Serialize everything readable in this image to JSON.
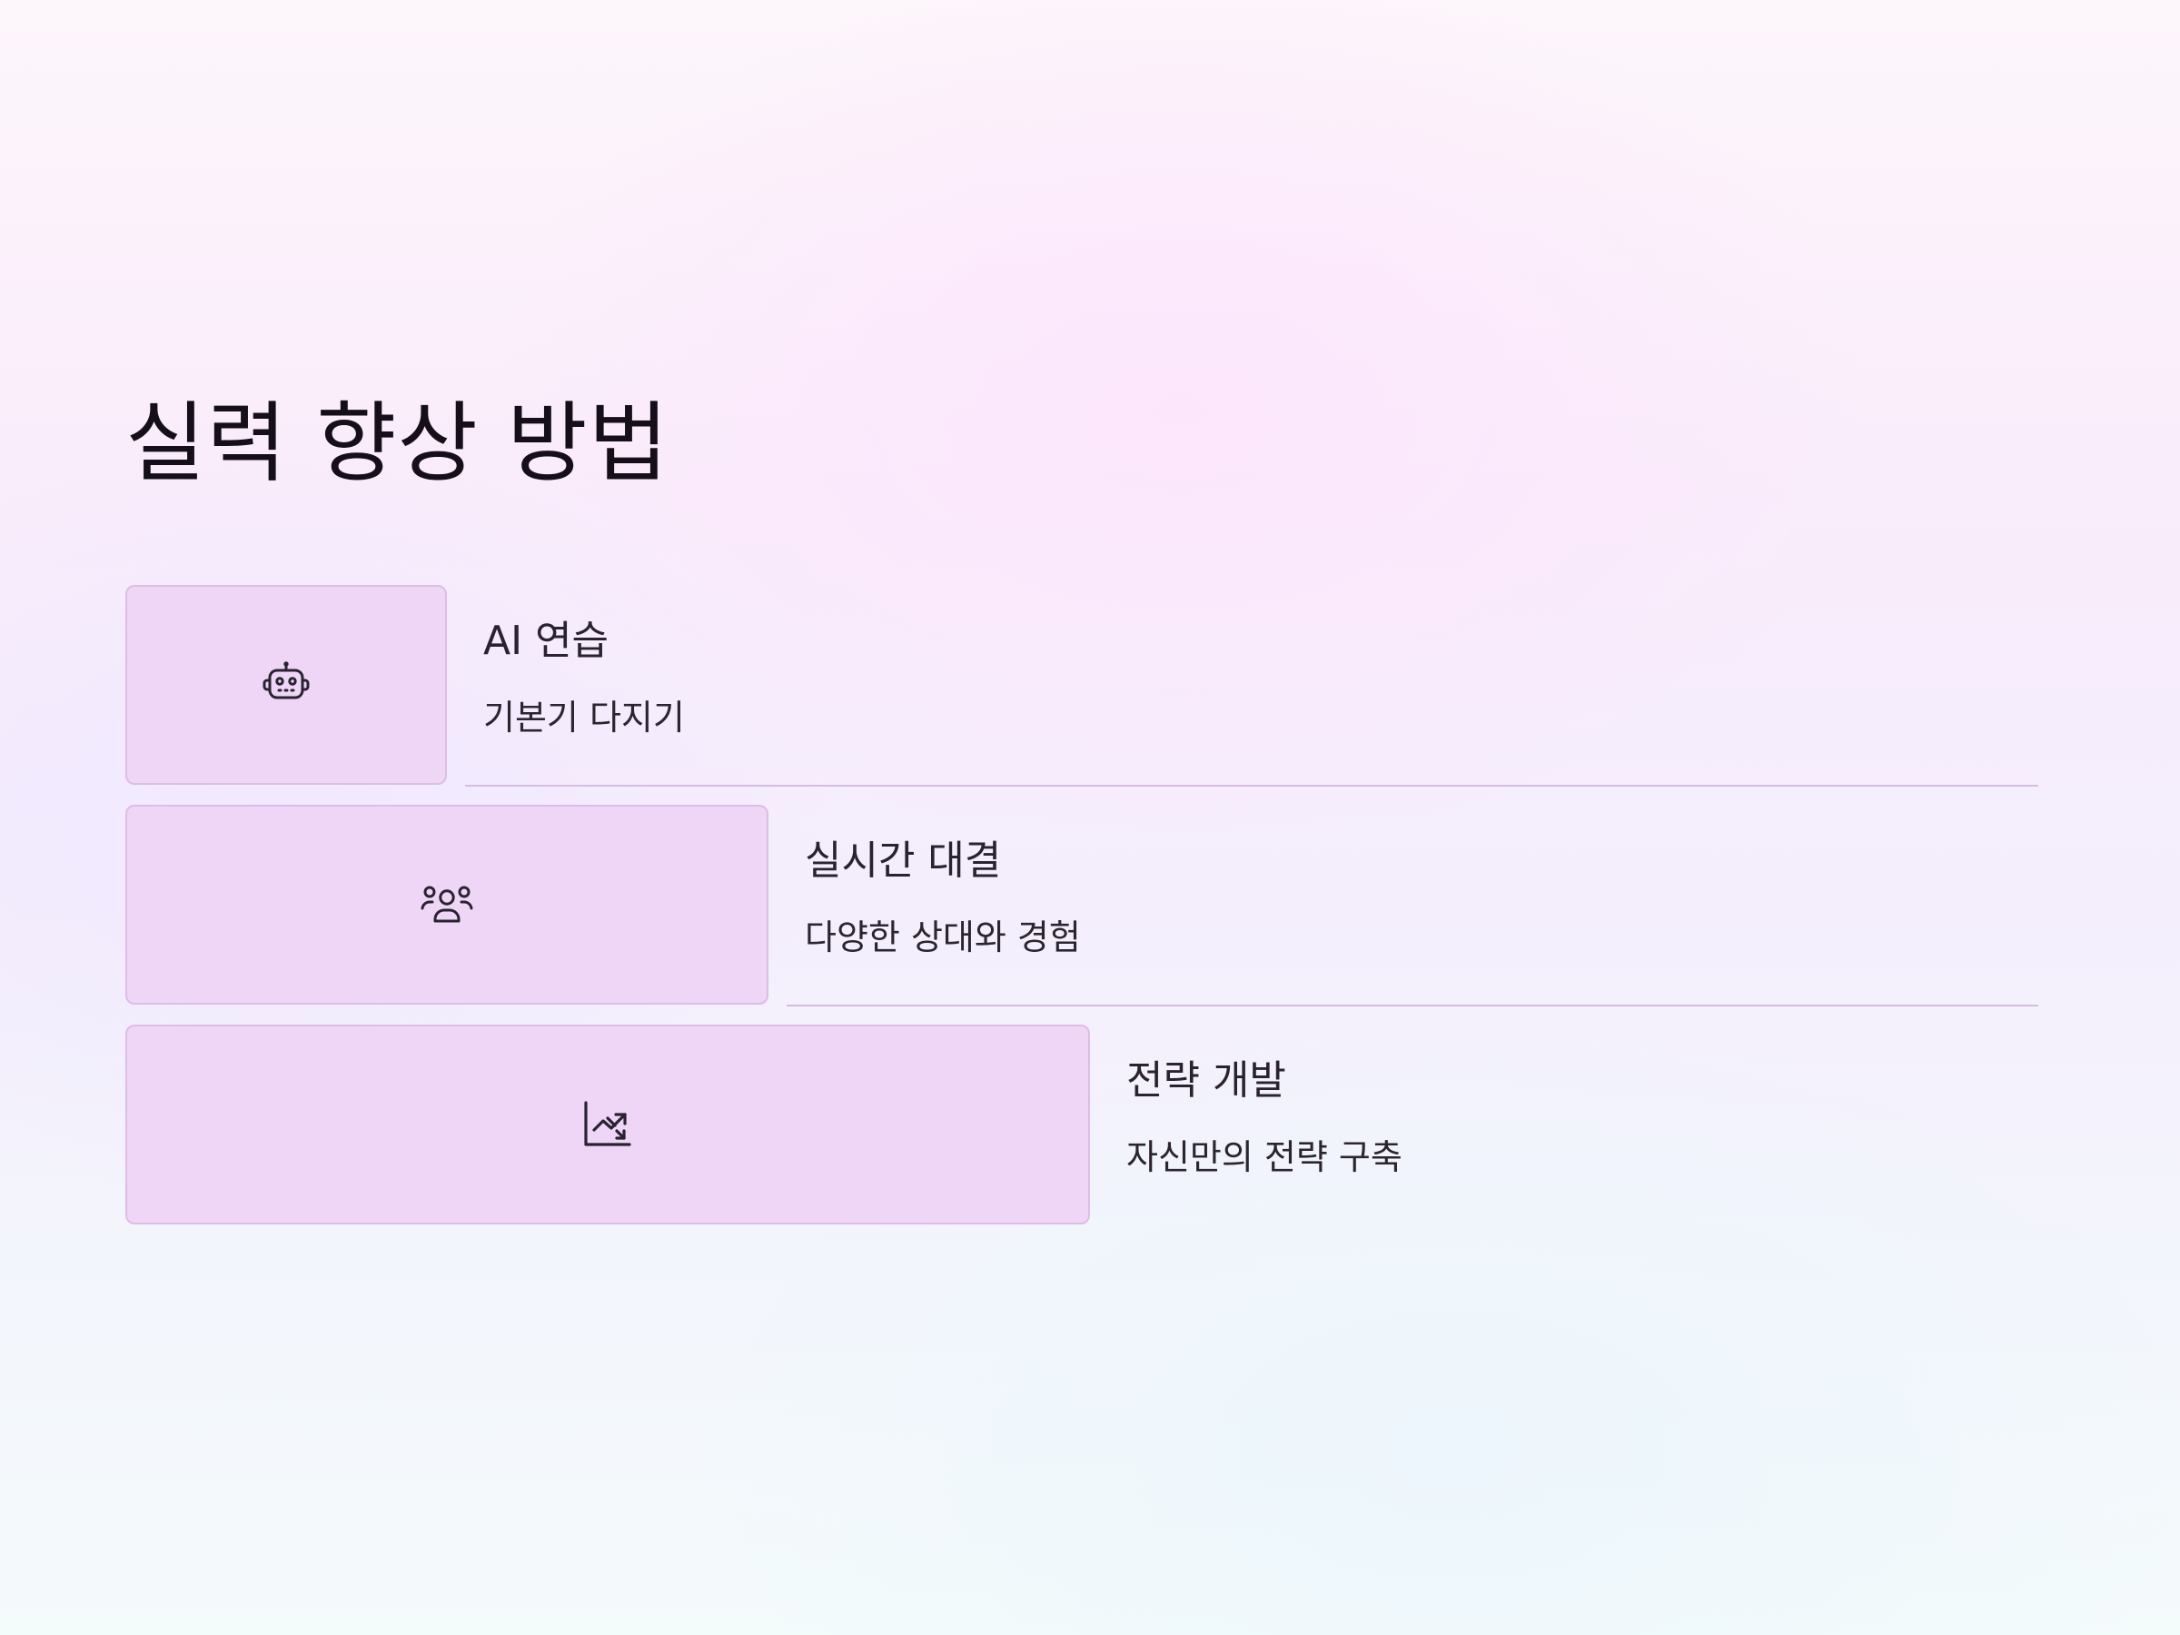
{
  "page": {
    "title": "실력 향상 방법"
  },
  "items": [
    {
      "title": "AI 연습",
      "description": "기본기 다지기",
      "icon": "robot-icon"
    },
    {
      "title": "실시간 대결",
      "description": "다양한 상대와 경험",
      "icon": "users-icon"
    },
    {
      "title": "전략 개발",
      "description": "자신만의 전략 구축",
      "icon": "trending-chart-icon"
    }
  ],
  "colors": {
    "tile_background": "#efd6f6",
    "tile_border": "#dcbde6",
    "divider": "#d6bcdf",
    "icon_stroke": "#2a2230"
  }
}
